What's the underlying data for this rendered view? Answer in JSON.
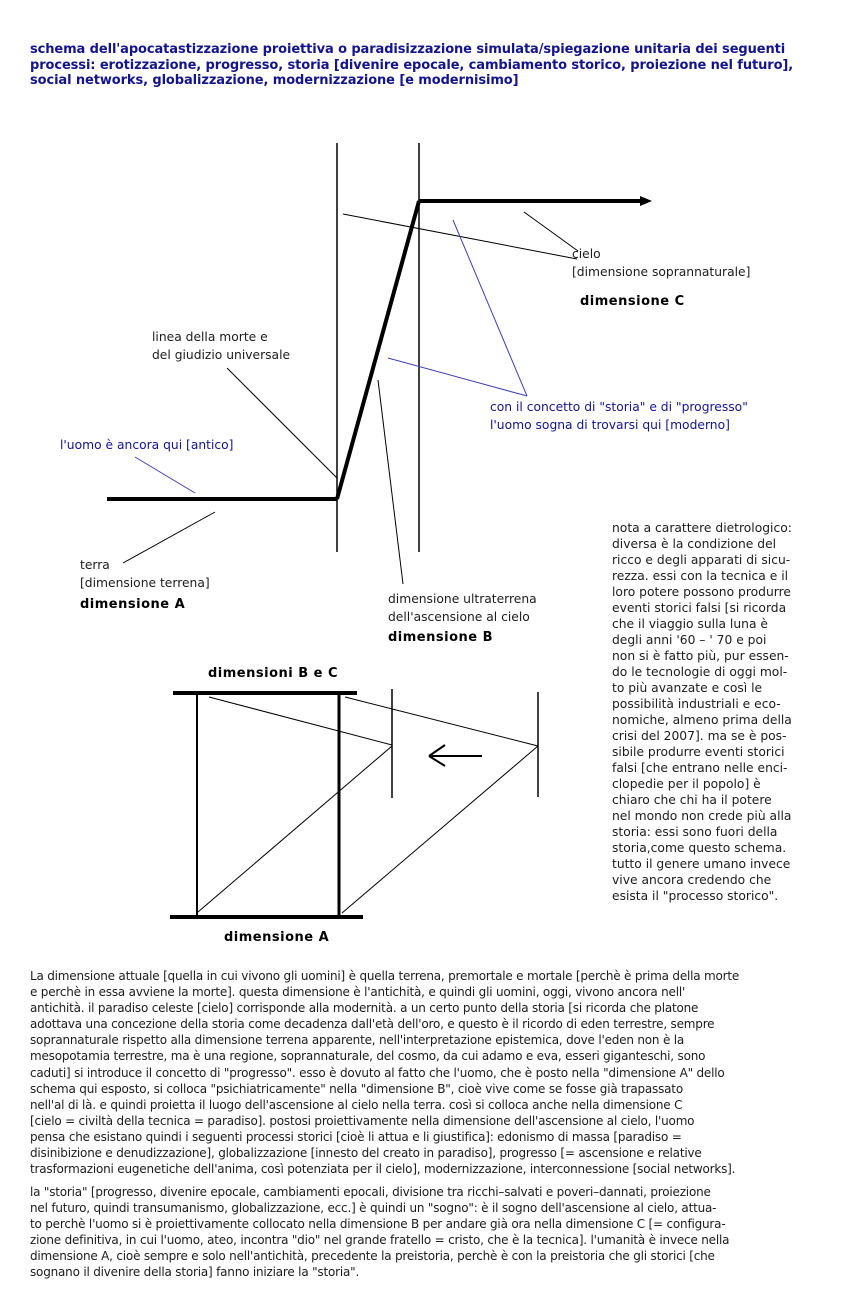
{
  "title": {
    "lines": [
      "schema dell'apocatastizzazione proiettiva o paradisizzazione simulata/spiegazione unitaria dei seguenti",
      "processi: erotizzazione, progresso, storia [divenire epocale, cambiamento storico, proiezione nel futuro],",
      "social networks, globalizzazione, modernizzazione [e modernisimo]"
    ]
  },
  "colors": {
    "title_navy": "#14148c",
    "annotation_blue": "#14148c",
    "line_blue": "#4040b0",
    "ink": "#1c1c1c"
  },
  "upper_diagram": {
    "cielo_label": [
      "cielo",
      "[dimensione soprannaturale]"
    ],
    "dimensione_c_label": "dimensione C",
    "linea_morte_label": [
      "linea della morte e",
      "del giudizio universale"
    ],
    "uomo_antico_label": "l'uomo è ancora qui [antico]",
    "concetto_label": [
      "con il concetto di \"storia\" e di \"progresso\"",
      "l'uomo sogna di trovarsi qui [moderno]"
    ],
    "terra_label": [
      "terra",
      "[dimensione terrena]"
    ],
    "dimensione_a_label": "dimensione A",
    "ultraterrena_label": [
      "dimensione ultraterrena",
      "dell'ascensione al cielo"
    ],
    "dimensione_b_label": "dimensione B"
  },
  "lower_diagram": {
    "top_label": "dimensioni B e C",
    "bottom_label": "dimensione A"
  },
  "nota": {
    "lines": [
      "nota a carattere dietrologico:",
      "diversa è la condizione del",
      "ricco e degli apparati di sicu-",
      "rezza. essi con la tecnica e il",
      "loro potere possono produrre",
      "eventi storici falsi [si ricorda",
      "che il viaggio sulla luna è",
      "degli anni '60 – ' 70 e poi",
      "non si è fatto più, pur essen-",
      "do le tecnologie di oggi mol-",
      "to più avanzate e così le",
      "possibilità industriali e eco-",
      "nomiche, almeno prima della",
      "crisi del 2007]. ma se è pos-",
      "sibile produrre eventi storici",
      "falsi [che entrano nelle enci-",
      "clopedie per il popolo] è",
      "chiaro che chi ha il potere",
      "nel mondo non crede più alla",
      "storia: essi sono fuori della",
      "storia,come questo schema.",
      "tutto il genere umano invece",
      "vive ancora credendo che",
      "esista il \"processo storico\"."
    ]
  },
  "body": {
    "para1_lines": [
      "La dimensione attuale [quella in cui vivono gli uomini] è quella terrena, premortale e mortale [perchè è prima della morte",
      "e perchè in essa avviene la morte]. questa dimensione è l'antichità, e quindi gli uomini, oggi, vivono ancora nell'",
      "antichità. il paradiso celeste [cielo] corrisponde alla modernità. a un certo punto della storia [si ricorda che platone",
      "adottava una concezione della storia come decadenza dall'età dell'oro, e questo è il ricordo di eden terrestre, sempre",
      "soprannaturale rispetto alla dimensione terrena apparente, nell'interpretazione epistemica, dove l'eden non è la",
      "mesopotamia terrestre, ma è una regione, soprannaturale, del cosmo, da cui adamo e eva, esseri giganteschi, sono",
      "caduti] si introduce il concetto di \"progresso\". esso è dovuto al fatto che l'uomo, che è posto nella \"dimensione A\" dello",
      "schema qui esposto, si colloca \"psichiatricamente\" nella \"dimensione B\", cioè vive come se fosse già trapassato",
      "nell'al di là. e quindi proietta il luogo dell'ascensione al cielo nella terra. così si colloca anche nella dimensione C",
      "[cielo = civiltà della tecnica = paradiso]. postosi proiettivamente nella dimensione dell'ascensione al cielo, l'uomo",
      "pensa che esistano quindi i seguenti processi storici [cioè li attua e li giustifica]: edonismo di massa [paradiso =",
      "disinibizione e denudizzazione], globalizzazione [innesto del creato in paradiso], progresso [= ascensione e relative",
      "trasformazioni eugenetiche dell'anima, così potenziata per il cielo], modernizzazione, interconnessione [social networks]."
    ],
    "para2_lines": [
      "la \"storia\" [progresso, divenire epocale, cambiamenti epocali, divisione tra ricchi–salvati e poveri–dannati, proiezione",
      "nel futuro, quindi transumanismo, globalizzazione, ecc.] è quindi un \"sogno\": è il sogno dell'ascensione al cielo, attua-",
      "to perchè l'uomo si è proiettivamente collocato nella dimensione B per andare già ora nella dimensione C [= configura-",
      "zione definitiva, in cui l'uomo, ateo, incontra \"dio\" nel grande fratello = cristo, che è la tecnica]. l'umanità è invece nella",
      "dimensione A, cioè sempre e solo nell'antichità, precedente la preistoria, perchè è con la preistoria che gli storici [che",
      "sognano il divenire della storia] fanno iniziare la \"storia\"."
    ]
  }
}
